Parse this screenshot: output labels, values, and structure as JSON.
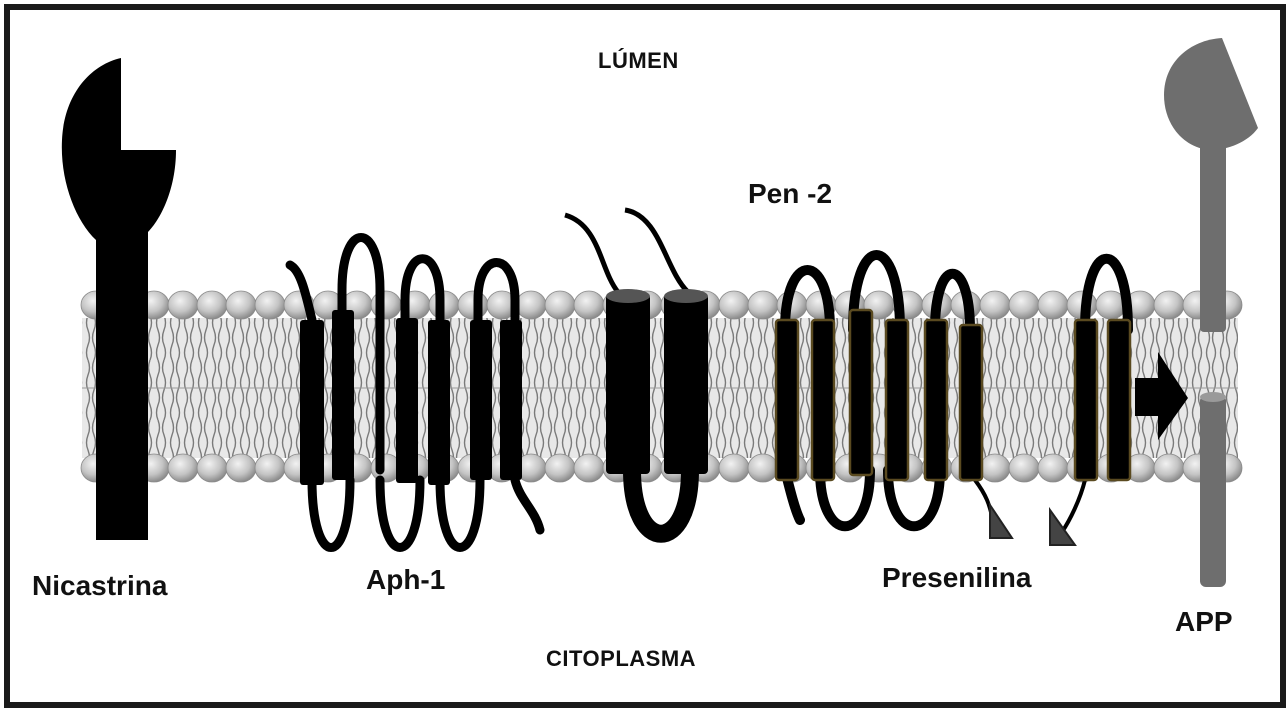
{
  "regions": {
    "lumen": "LÚMEN",
    "cytoplasm": "CITOPLASMA"
  },
  "proteins": {
    "nicastrina": "Nicastrina",
    "aph1": "Aph-1",
    "pen2": "Pen -2",
    "presenilina": "Presenilina",
    "app": "APP"
  },
  "colors": {
    "protein": "#000000",
    "app": "#6e6e6e",
    "lipid_head": "#bdbdbd",
    "presenilin_outline": "#5a4a20"
  }
}
